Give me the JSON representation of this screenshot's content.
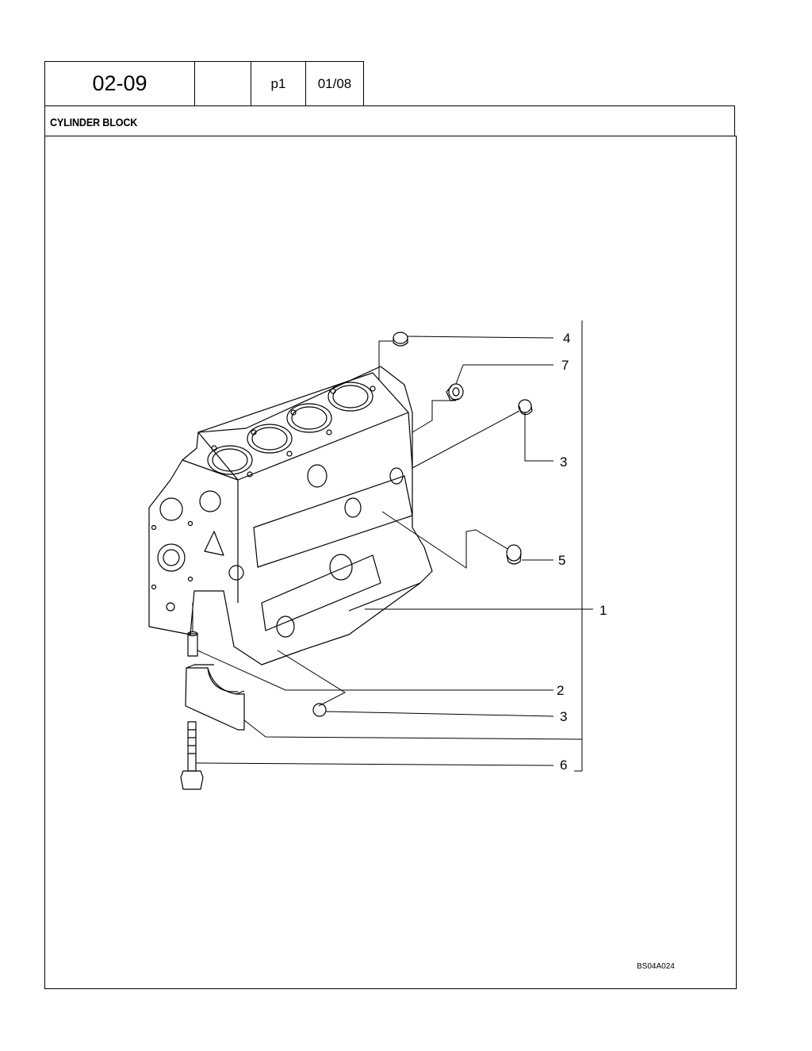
{
  "header": {
    "section_code": "02-09",
    "blank_cell": "",
    "page": "p1",
    "date": "01/08"
  },
  "title": "CYLINDER BLOCK",
  "callouts": {
    "c4": "4",
    "c7": "7",
    "c3a": "3",
    "c5": "5",
    "c1": "1",
    "c2": "2",
    "c3b": "3",
    "c6": "6"
  },
  "drawing_code": "BS04A024"
}
